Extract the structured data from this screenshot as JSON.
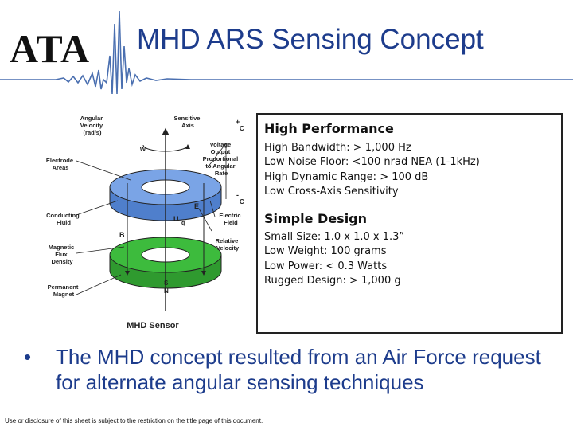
{
  "header": {
    "logo_text": "ATA",
    "title": "MHD ARS Sensing Concept"
  },
  "diagram": {
    "label_angular_velocity": [
      "Angular",
      "Velocity",
      "(rad/s)"
    ],
    "label_sensitive_axis": [
      "Sensitive",
      "Axis"
    ],
    "label_voltage_output": [
      "Voltage",
      "Output",
      "Proportional",
      "to Angular",
      "Rate"
    ],
    "label_electrode_areas": [
      "Electrode",
      "Areas"
    ],
    "label_conducting_fluid": [
      "Conducting",
      "Fluid"
    ],
    "label_electric_field": [
      "Electric",
      "Field"
    ],
    "label_magnetic_flux": [
      "Magnetic",
      "Flux",
      "Density"
    ],
    "label_relative_velocity": [
      "Relative",
      "Velocity"
    ],
    "label_permanent_magnet": [
      "Permanent",
      "Magnet"
    ],
    "caption": "MHD Sensor",
    "symbols": {
      "w": "w",
      "b": "B",
      "e": "E",
      "u": "U",
      "q": "q",
      "s": "S",
      "n": "N",
      "plus": "+",
      "minus": "-",
      "c": "C"
    }
  },
  "performance": {
    "heading": "High Performance",
    "items": [
      "High Bandwidth: > 1,000 Hz",
      "Low Noise Floor: <100 nrad NEA (1-1kHz)",
      "High Dynamic Range: > 100 dB",
      "Low Cross-Axis Sensitivity"
    ]
  },
  "design": {
    "heading": "Simple Design",
    "items": [
      "Small Size: 1.0 x 1.0 x 1.3”",
      "Low Weight: 100 grams",
      "Low Power: < 0.3 Watts",
      "Rugged Design: > 1,000 g"
    ]
  },
  "bullet": {
    "symbol": "•",
    "text": "The MHD concept resulted from an Air Force request for alternate angular sensing techniques"
  },
  "footer": {
    "text": "Use or disclosure of this sheet is subject to the restriction on the title page of this document."
  },
  "colors": {
    "title": "#1d3c8c",
    "wave": "#4a6fb0",
    "fluid_ring": "#6f9be0",
    "magnet_ring": "#3dbb3d"
  }
}
